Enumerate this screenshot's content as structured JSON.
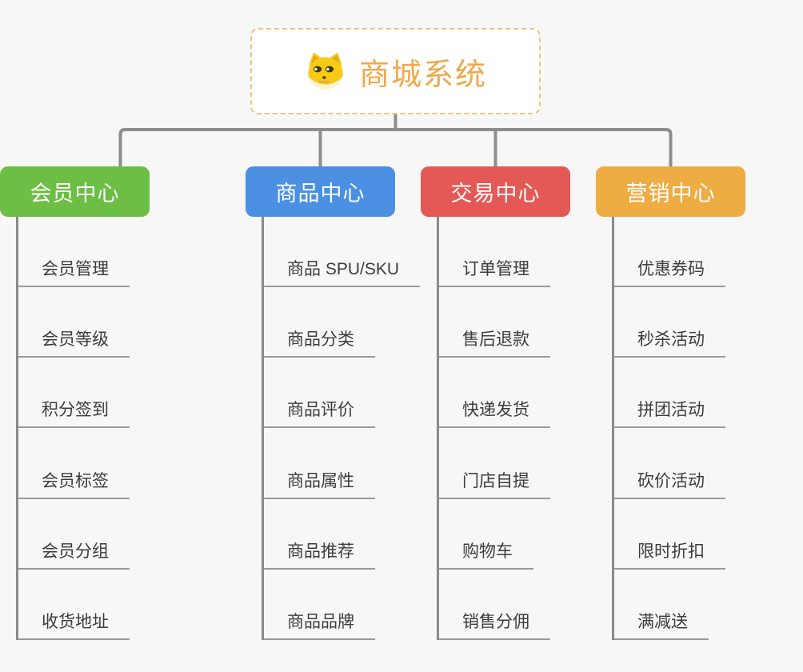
{
  "canvas": {
    "background": "#f7f7f7",
    "connector_color": "#8d8d8d",
    "underline_color": "#9b9b9b"
  },
  "root": {
    "title": "商城系统",
    "icon": "dog-face-icon",
    "text_color": "#efa94b",
    "border_color": "#f2c37c"
  },
  "branches": [
    {
      "label": "商品中心",
      "color": "#4b90e2",
      "items": [
        "商品 SPU/SKU",
        "商品分类",
        "商品评价",
        "商品属性",
        "商品推荐",
        "商品品牌"
      ]
    },
    {
      "label": "交易中心",
      "color": "#e45956",
      "items": [
        "订单管理",
        "售后退款",
        "快递发货",
        "门店自提",
        "购物车",
        "销售分佣"
      ]
    },
    {
      "label": "营销中心",
      "color": "#edad42",
      "items": [
        "优惠券码",
        "秒杀活动",
        "拼团活动",
        "砍价活动",
        "限时折扣",
        "满减送"
      ]
    },
    {
      "label": "会员中心",
      "color": "#6cbe45",
      "items": [
        "会员管理",
        "会员等级",
        "积分签到",
        "会员标签",
        "会员分组",
        "收货地址"
      ]
    }
  ]
}
